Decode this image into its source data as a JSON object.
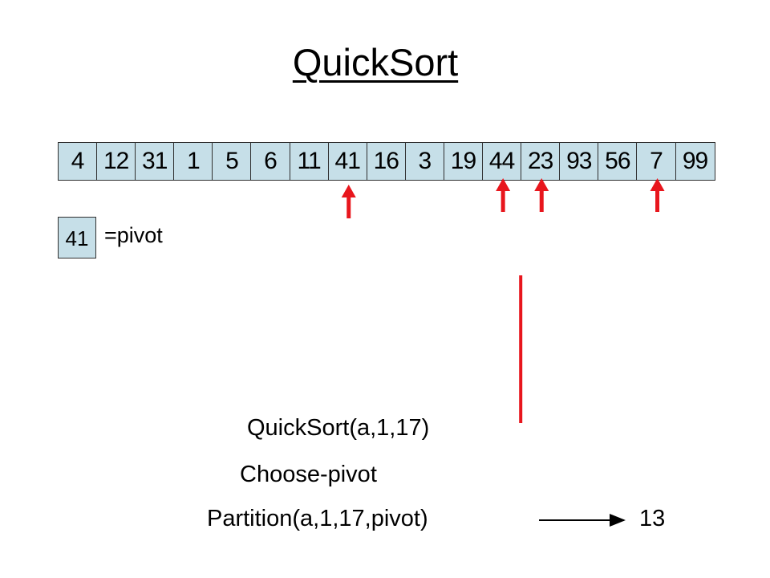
{
  "title": "QuickSort",
  "array": [
    "4",
    "12",
    "31",
    "1",
    "5",
    "6",
    "11",
    "41",
    "16",
    "3",
    "19",
    "44",
    "23",
    "93",
    "56",
    "7",
    "99"
  ],
  "pivot": {
    "value": "41",
    "label": "=pivot"
  },
  "pointer_indices": [
    7,
    11,
    12,
    15
  ],
  "divider_after_index": 12,
  "calls": {
    "quicksort": "QuickSort(a,1,17)",
    "choose_pivot": "Choose-pivot",
    "partition": "Partition(a,1,17,pivot)",
    "partition_result": "13"
  },
  "colors": {
    "cell_fill": "#c6dfe8",
    "cell_border": "#2f2f2f",
    "pointer": "#e8161d",
    "text": "#000000"
  }
}
